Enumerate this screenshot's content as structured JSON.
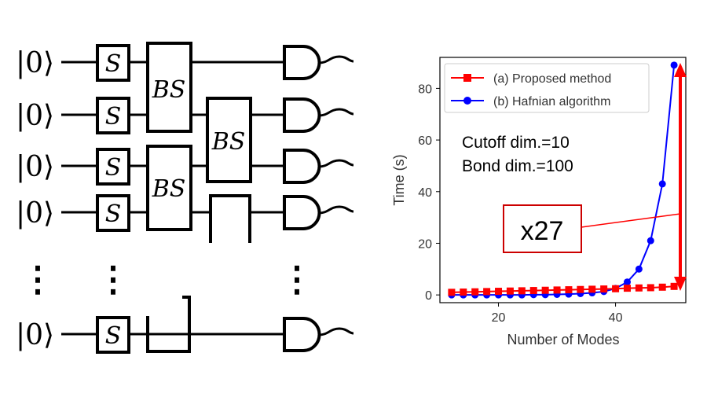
{
  "circuit": {
    "input_state": "|0⟩",
    "squeezer_label": "S",
    "beamsplitter_label": "BS",
    "ellipsis": "⋮"
  },
  "chart_data": {
    "type": "line",
    "xlabel": "Number of Modes",
    "ylabel": "Time (s)",
    "xlim": [
      10,
      52
    ],
    "ylim": [
      -3,
      92
    ],
    "xticks": [
      20,
      40
    ],
    "yticks": [
      0,
      20,
      40,
      60,
      80
    ],
    "grid": false,
    "legend_position": "top-left",
    "series": [
      {
        "name": "(a) Proposed method",
        "color": "#ff0000",
        "marker": "square",
        "x": [
          12,
          14,
          16,
          18,
          20,
          22,
          24,
          26,
          28,
          30,
          32,
          34,
          36,
          38,
          40,
          42,
          44,
          46,
          48,
          50
        ],
        "y": [
          1.0,
          1.1,
          1.2,
          1.3,
          1.4,
          1.5,
          1.6,
          1.7,
          1.8,
          1.9,
          2.0,
          2.1,
          2.2,
          2.3,
          2.4,
          2.6,
          2.7,
          2.8,
          3.0,
          3.3
        ]
      },
      {
        "name": "(b) Hafnian algorithm",
        "color": "#0000ff",
        "marker": "circle",
        "x": [
          12,
          14,
          16,
          18,
          20,
          22,
          24,
          26,
          28,
          30,
          32,
          34,
          36,
          38,
          40,
          42,
          44,
          46,
          48,
          50
        ],
        "y": [
          0,
          0,
          0,
          0,
          0,
          0,
          0,
          0.1,
          0.1,
          0.2,
          0.3,
          0.5,
          0.8,
          1.3,
          2.5,
          5,
          10,
          21,
          43,
          89
        ]
      }
    ],
    "annotations": {
      "params_line1": "Cutoff dim.=10",
      "params_line2": "Bond dim.=100",
      "ratio_label": "x27"
    }
  }
}
